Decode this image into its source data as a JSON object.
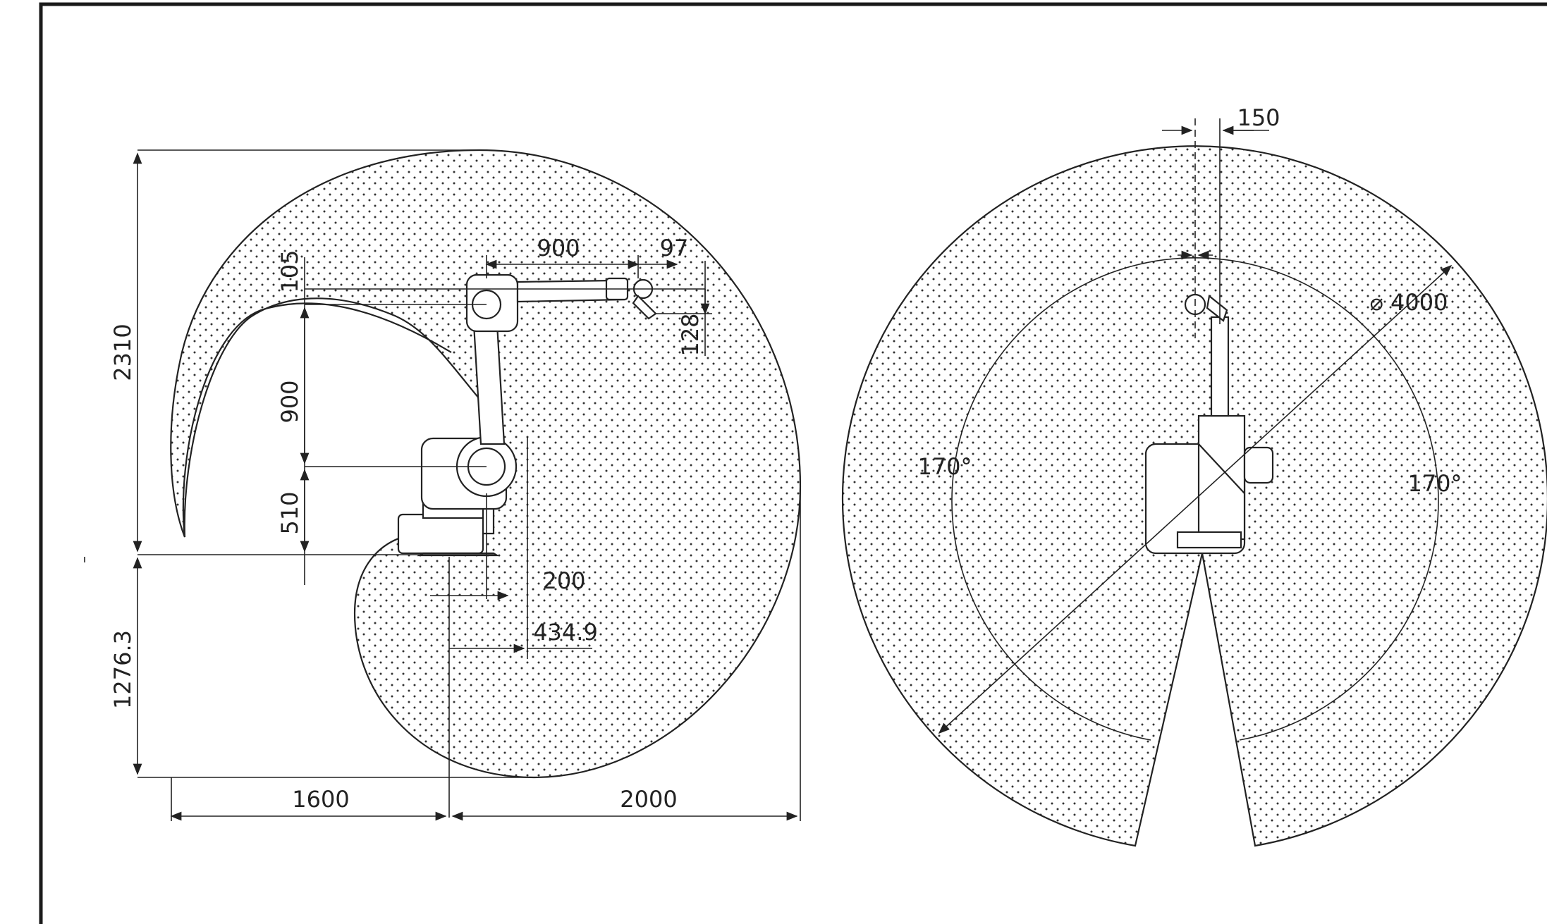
{
  "side_view": {
    "dims": {
      "height_total": "2310",
      "offset_105": "105",
      "link_900_vertical": "900",
      "base_510": "510",
      "below_base": "1276.3",
      "reach_back": "1600",
      "reach_front": "2000",
      "arm_900": "900",
      "wrist_97": "97",
      "wrist_128": "128",
      "offset_200": "200",
      "offset_434": "434.9"
    }
  },
  "top_view": {
    "dims": {
      "offset_150": "150",
      "diameter": "⌀ 4000",
      "angle_left": "170°",
      "angle_right": "170°"
    }
  },
  "colors": {
    "ink": "#222222",
    "frame": "#1a1a1a",
    "dots": "#333333"
  }
}
